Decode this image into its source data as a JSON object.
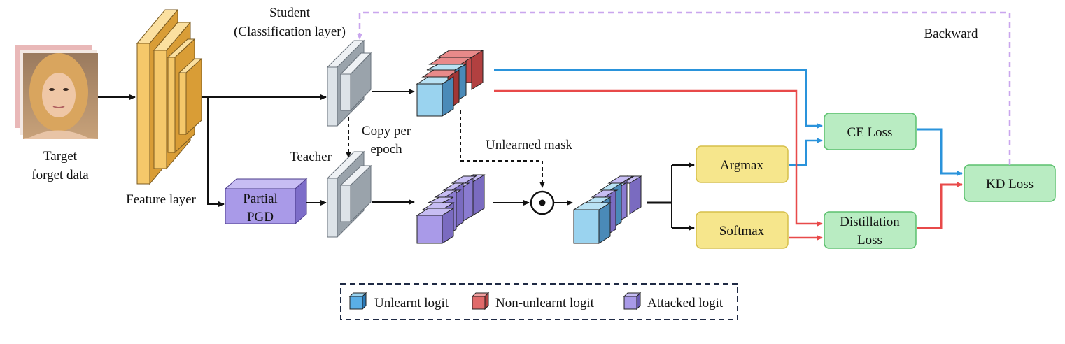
{
  "input": {
    "caption_line1": "Target",
    "caption_line2": "forget data"
  },
  "feature_layer": {
    "label": "Feature layer"
  },
  "student": {
    "label_line1": "Student",
    "label_line2": "(Classification layer)"
  },
  "teacher": {
    "label": "Teacher"
  },
  "copy": {
    "line1": "Copy per",
    "line2": "epoch"
  },
  "pgd": {
    "line1": "Partial",
    "line2": "PGD"
  },
  "mask": {
    "label": "Unlearned mask"
  },
  "argmax": {
    "label": "Argmax"
  },
  "softmax": {
    "label": "Softmax"
  },
  "ce_loss": {
    "label": "CE Loss"
  },
  "distillation_loss": {
    "line1": "Distillation",
    "line2": "Loss"
  },
  "kd_loss": {
    "label": "KD Loss"
  },
  "backward": {
    "label": "Backward"
  },
  "legend": {
    "items": [
      {
        "label": "Unlearnt logit",
        "color": "#5aaee6"
      },
      {
        "label": "Non-unlearnt logit",
        "color": "#e06a6a"
      },
      {
        "label": "Attacked logit",
        "color": "#a99ae8"
      }
    ]
  },
  "colors": {
    "blue_arrow": "#2a93db",
    "red_arrow": "#e84a4a",
    "backward_dashed": "#c9a6ee",
    "loss_fill": "#b9ecc2",
    "loss_stroke": "#5cc06e",
    "op_fill": "#f6e68c",
    "op_stroke": "#d6bf4a",
    "feature_fill": "#f5c86a",
    "pgd_fill": "#a99ae8"
  }
}
